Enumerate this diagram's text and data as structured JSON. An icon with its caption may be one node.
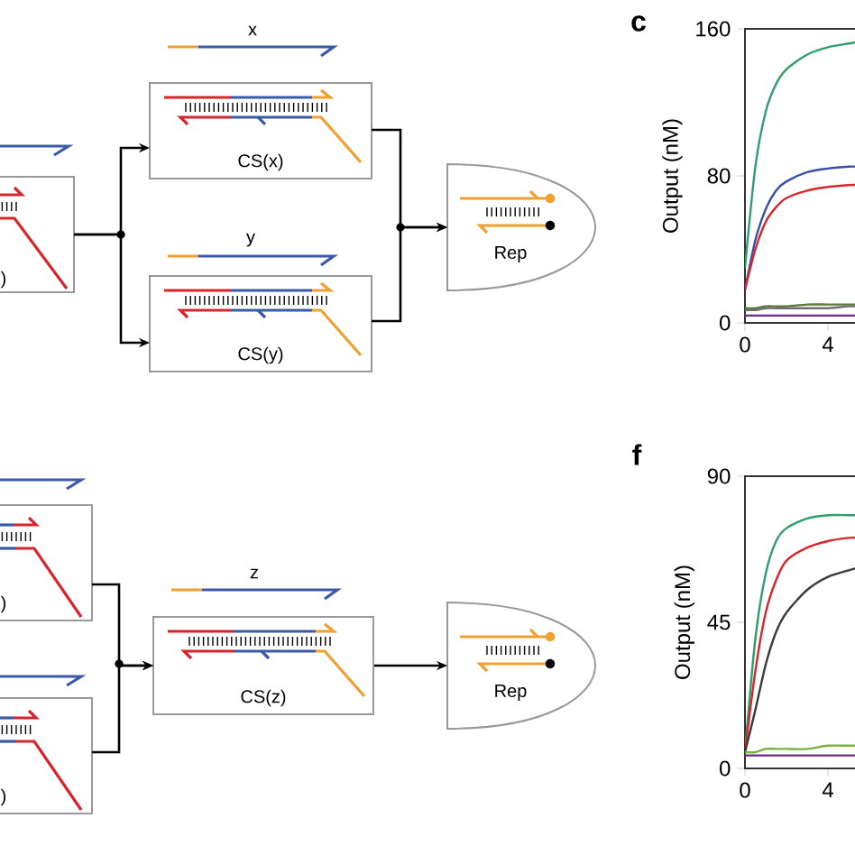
{
  "diagram": {
    "nodes": [
      {
        "text": [
          ")"
        ]
      },
      {
        "text": [
          "CS(x)"
        ]
      },
      {
        "text": [
          "CS(y)"
        ]
      },
      {
        "text": [
          "Rep"
        ]
      },
      {
        "text": [
          ")"
        ]
      },
      {
        "text": [
          ")"
        ]
      },
      {
        "text": [
          "CS(z)"
        ]
      },
      {
        "text": [
          "Rep"
        ]
      }
    ],
    "edges": [
      {
        "from": 0,
        "to": 1,
        "arrow": "to"
      },
      {
        "from": 0,
        "to": 2,
        "arrow": "to"
      },
      {
        "from": 1,
        "to": 3,
        "arrow": "to"
      },
      {
        "from": 2,
        "to": 3,
        "arrow": "to"
      },
      {
        "from": 4,
        "to": 6,
        "arrow": "to"
      },
      {
        "from": 5,
        "to": 6,
        "arrow": "to"
      },
      {
        "from": 6,
        "to": 7,
        "arrow": "to"
      }
    ],
    "labels": [
      "x",
      "y",
      "z",
      "c",
      "f"
    ],
    "chart_data": [
      {
        "type": "line",
        "ylabel": "Output (nM)",
        "x": [
          0,
          0.5,
          1,
          1.5,
          2,
          3,
          4,
          5,
          5.5
        ],
        "xlim": [
          0,
          5.5
        ],
        "ylim": [
          0,
          160
        ],
        "xticks": [
          0,
          4
        ],
        "yticks": [
          0,
          80,
          160
        ],
        "series": [
          {
            "color": "#2e9e6a",
            "values": [
              30,
              85,
              115,
              130,
              138,
              146,
              150,
              152,
              153
            ]
          },
          {
            "color": "#3b4fa6",
            "values": [
              18,
              45,
              62,
              72,
              77,
              82,
              84,
              85,
              85
            ]
          },
          {
            "color": "#d7262b",
            "values": [
              18,
              40,
              55,
              63,
              68,
              72,
              74,
              75,
              75
            ]
          },
          {
            "color": "#5a7a3a",
            "values": [
              8,
              8,
              9,
              9,
              9,
              10,
              10,
              10,
              10
            ]
          },
          {
            "color": "#707070",
            "values": [
              7,
              7,
              8,
              8,
              8,
              8,
              8,
              9,
              9
            ]
          },
          {
            "color": "#6a2a8a",
            "values": [
              4,
              4,
              4,
              4,
              4,
              4,
              4,
              4,
              4
            ]
          }
        ]
      },
      {
        "type": "line",
        "ylabel": "Output (nM)",
        "x": [
          0,
          0.5,
          1,
          1.5,
          2,
          3,
          4,
          5,
          5.5
        ],
        "xlim": [
          0,
          5.5
        ],
        "ylim": [
          0,
          90
        ],
        "xticks": [
          0,
          4
        ],
        "yticks": [
          0,
          45,
          90
        ],
        "series": [
          {
            "color": "#2e9e6a",
            "values": [
              5,
              40,
              60,
              70,
              74,
              77,
              78,
              78,
              78
            ]
          },
          {
            "color": "#d7262b",
            "values": [
              5,
              30,
              48,
              58,
              64,
              68,
              70,
              71,
              71
            ]
          },
          {
            "color": "#3a3a3a",
            "values": [
              5,
              18,
              32,
              42,
              48,
              55,
              59,
              61,
              62
            ]
          },
          {
            "color": "#7ab040",
            "values": [
              5,
              5,
              6,
              6,
              6,
              6,
              7,
              7,
              7
            ]
          },
          {
            "color": "#6a2a8a",
            "values": [
              4,
              4,
              4,
              4,
              4,
              4,
              4,
              4,
              4
            ]
          }
        ]
      }
    ]
  }
}
